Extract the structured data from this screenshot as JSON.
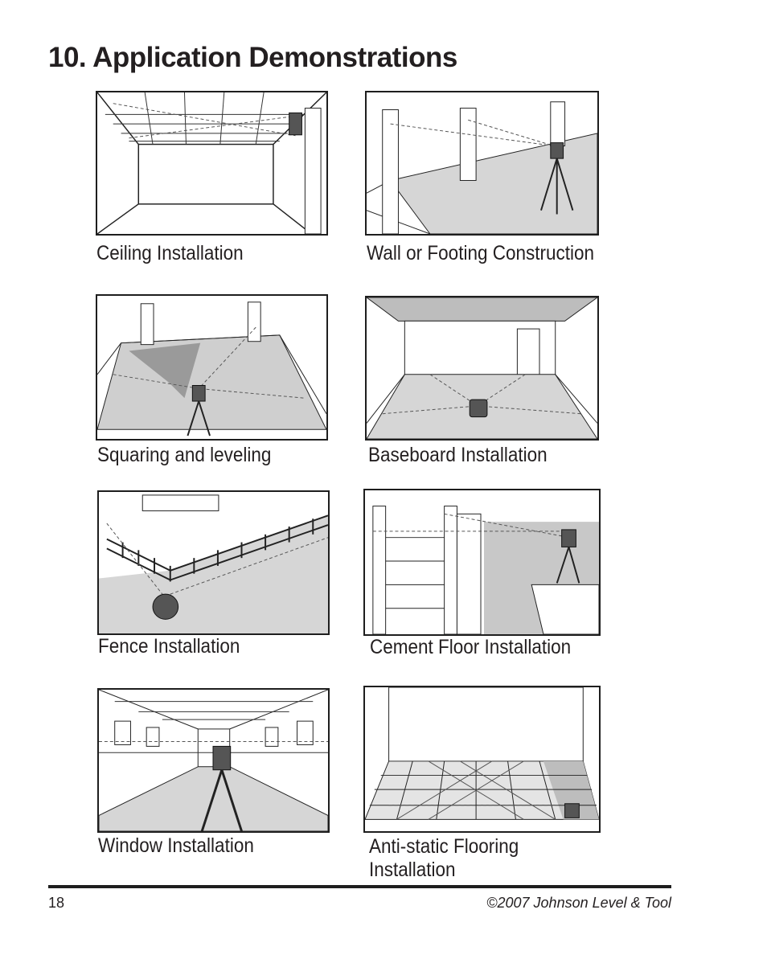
{
  "page": {
    "title": "10. Application Demonstrations",
    "page_number": "18",
    "copyright": "©2007 Johnson Level & Tool"
  },
  "panels": [
    {
      "caption": "Ceiling Installation",
      "icon": "ceiling-installation-illustration"
    },
    {
      "caption": "Wall or Footing Construction",
      "icon": "wall-footing-illustration"
    },
    {
      "caption": "Squaring and leveling",
      "icon": "squaring-leveling-illustration"
    },
    {
      "caption": "Baseboard Installation",
      "icon": "baseboard-illustration"
    },
    {
      "caption": "Fence Installation",
      "icon": "fence-illustration"
    },
    {
      "caption": "Cement Floor Installation",
      "icon": "cement-floor-illustration"
    },
    {
      "caption": "Window Installation",
      "icon": "window-illustration"
    },
    {
      "caption": "Anti-static Flooring",
      "caption_line2": "Installation",
      "icon": "anti-static-flooring-illustration"
    }
  ]
}
